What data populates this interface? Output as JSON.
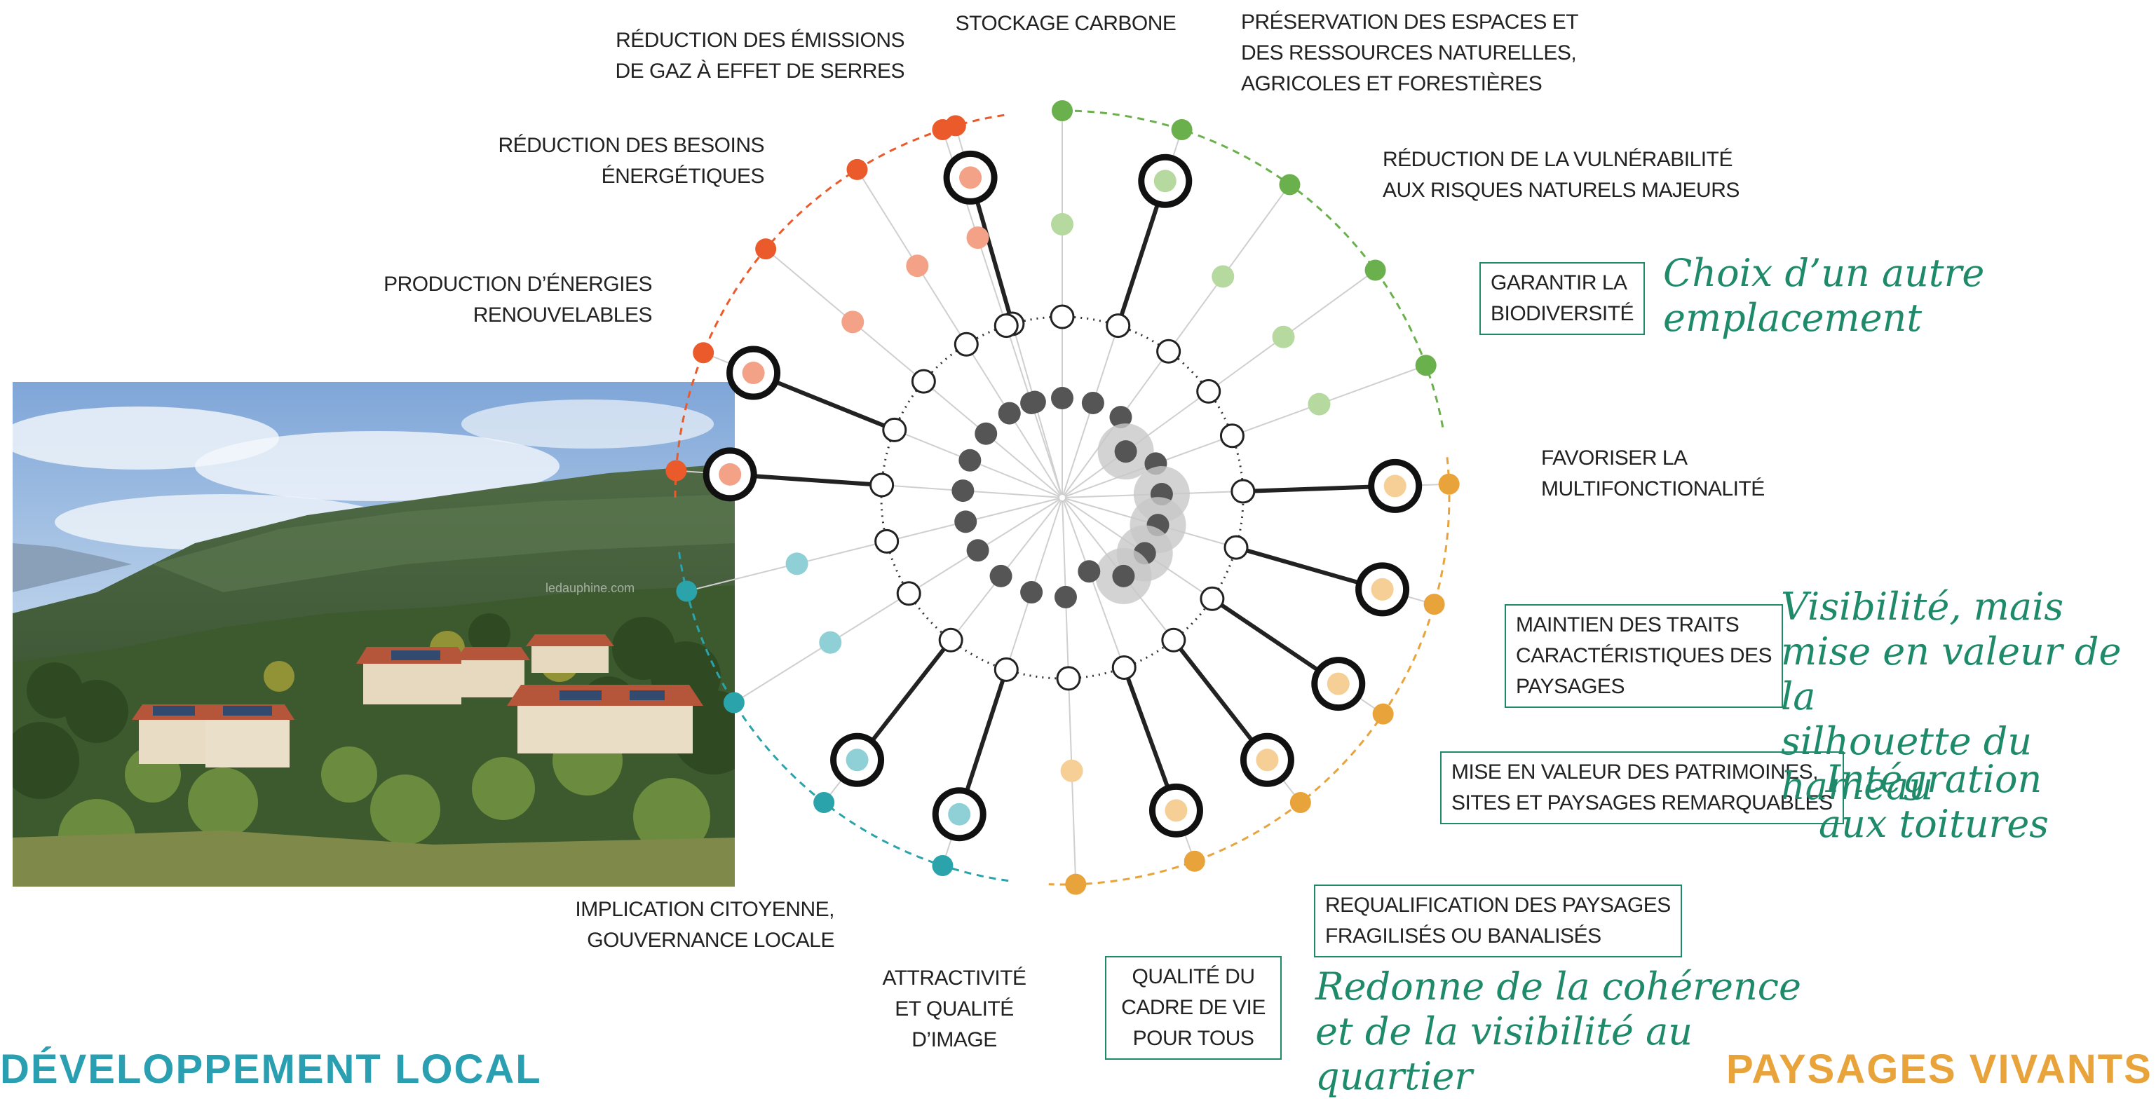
{
  "colors": {
    "red": "#ea5a2a",
    "red_light": "#f3a287",
    "green": "#6ab04c",
    "green_light": "#b5d99e",
    "orange": "#e8a33a",
    "orange_light": "#f5cf95",
    "teal": "#2aa3ab",
    "teal_light": "#8fd0d6",
    "annotation": "#1e8a6a",
    "dev_local": "#2a9fb1",
    "paysages": "#e8a33a",
    "score_dot": "#555555"
  },
  "labels": {
    "reduction_emissions": "RÉDUCTION DES ÉMISSIONS\nDE GAZ À EFFET DE SERRES",
    "stockage": "STOCKAGE CARBONE",
    "preservation": "PRÉSERVATION DES ESPACES ET\nDES RESSOURCES NATURELLES,\nAGRICOLES ET FORESTIÈRES",
    "reduction_besoins": "RÉDUCTION DES BESOINS\nÉNERGÉTIQUES",
    "reduction_vulnerabilite": "RÉDUCTION DE LA VULNÉRABILITÉ\nAUX RISQUES NATURELS MAJEURS",
    "production": "PRODUCTION D’ÉNERGIES\nRENOUVELABLES",
    "biodiversite": "GARANTIR LA\nBIODIVERSITÉ",
    "multifonctionalite": "FAVORISER LA\nMULTIFONCTIONALITÉ",
    "traits": "MAINTIEN DES TRAITS\nCARACTÉRISTIQUES DES\nPAYSAGES",
    "patrimoines": "MISE EN VALEUR DES PATRIMOINES,\nSITES ET PAYSAGES REMARQUABLES",
    "requalification": "REQUALIFICATION DES PAYSAGES\nFRAGILISÉS OU BANALISÉS",
    "implication": "IMPLICATION CITOYENNE,\nGOUVERNANCE LOCALE",
    "attractivite": "ATTRACTIVITÉ\nET QUALITÉ\nD’IMAGE",
    "qualite": "QUALITÉ DU\nCADRE DE VIE\nPOUR TOUS"
  },
  "annotations": {
    "choix": "Choix d’un autre\nemplacement",
    "visibilite": "Visibilité, mais\nmise en valeur de la\nsilhouette du hameau",
    "integration": "Intégration\naux toitures",
    "redonne": "Redonne de la cohérence\net de la visibilité au\nquartier"
  },
  "corners": {
    "left": "DÉVELOPPEMENT LOCAL",
    "right": "PAYSAGES VIVANTS"
  },
  "photo": {
    "watermark": "ledauphine.com"
  }
}
